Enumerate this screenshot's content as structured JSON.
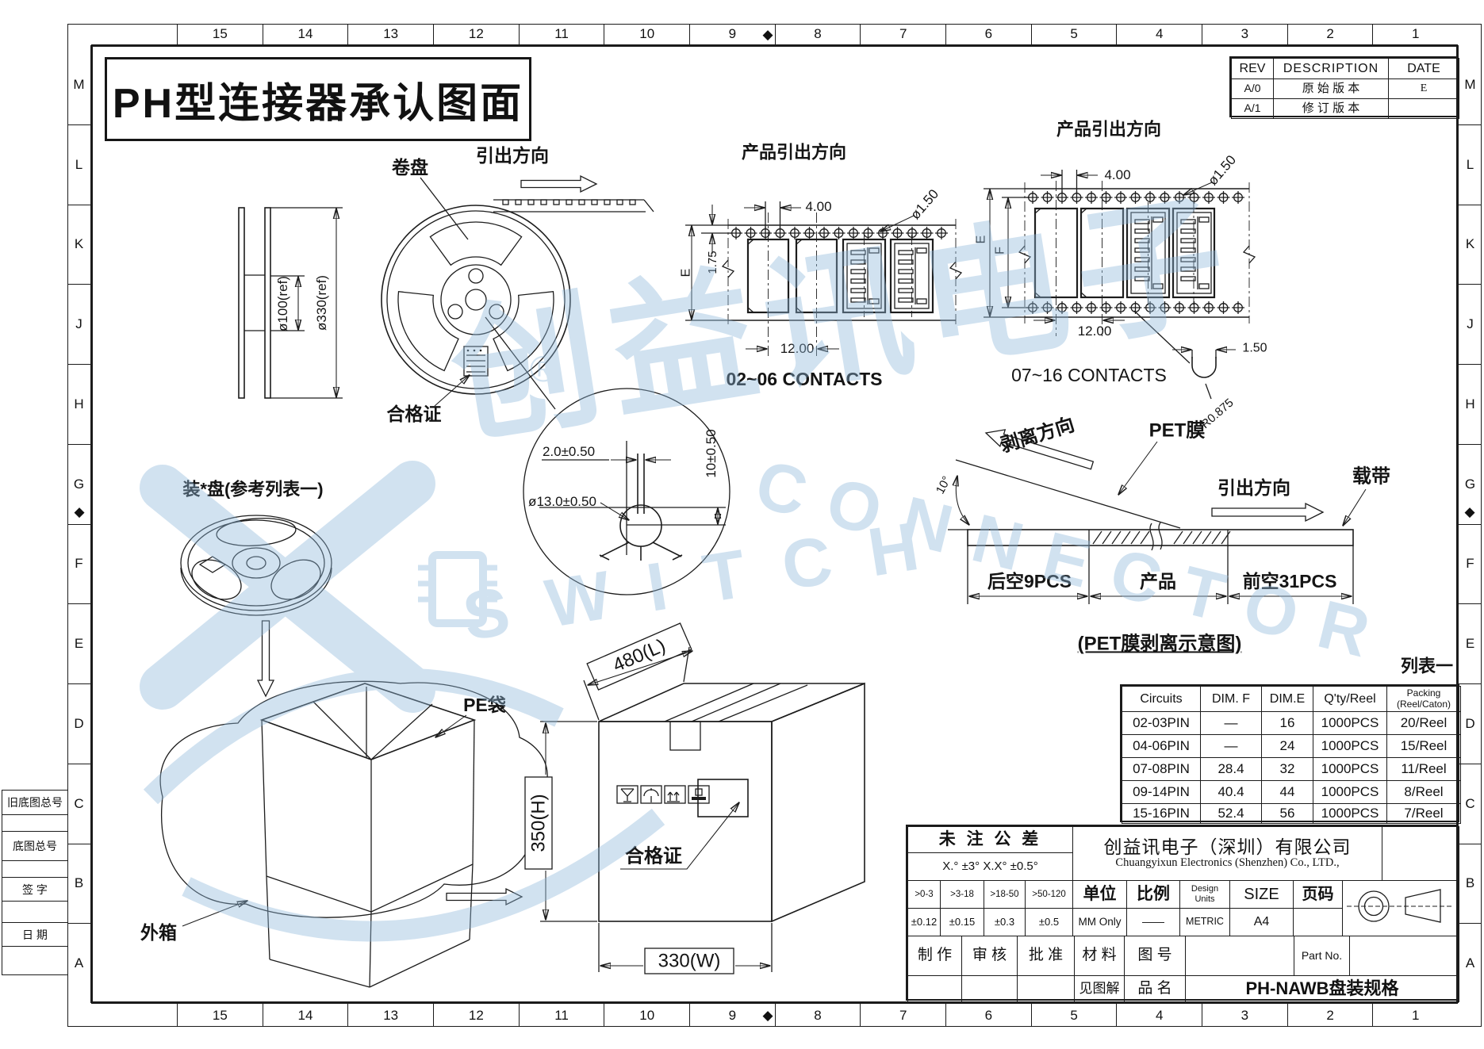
{
  "sheet": {
    "title": "PH型连接器承认图面",
    "zone_cols": [
      "15",
      "14",
      "13",
      "12",
      "11",
      "10",
      "9",
      "8",
      "7",
      "6",
      "5",
      "4",
      "3",
      "2",
      "1"
    ],
    "zone_rows": [
      "M",
      "L",
      "K",
      "J",
      "H",
      "G",
      "F",
      "E",
      "D",
      "C",
      "B",
      "A"
    ],
    "margin_boxes": [
      "旧底图总号",
      "底图总号",
      "签 字",
      "日 期"
    ],
    "diamond": "◆"
  },
  "rev": {
    "headers": [
      "REV",
      "DESCRIPTION",
      "DATE"
    ],
    "rows": [
      [
        "A/0",
        "原 始 版 本",
        "E"
      ],
      [
        "A/1",
        "修 订 版 本",
        ""
      ]
    ]
  },
  "reel": {
    "label": "卷盘",
    "direction": "引出方向",
    "cert": "合格证",
    "dim_inner": "ø100(ref)",
    "dim_outer": "ø330(ref)"
  },
  "detail": {
    "dim_gap": "2.0±0.50",
    "dim_height": "10±0.50",
    "dim_dia": "ø13.0±0.50"
  },
  "tape_a": {
    "direction": "产品引出方向",
    "pitch": "4.00",
    "hole": "ø1.50",
    "edge": "1.75",
    "dim_e": "E",
    "span": "12.00",
    "caption": "02~06 CONTACTS"
  },
  "tape_b": {
    "direction": "产品引出方向",
    "pitch": "4.00",
    "hole": "ø1.50",
    "dim_e": "E",
    "dim_f": "F",
    "span": "12.00",
    "caption": "07~16 CONTACTS",
    "tab": "1.50",
    "radius": "R0.875"
  },
  "pet": {
    "peel": "剥离方向",
    "film": "PET膜",
    "angle": "10°",
    "pull": "引出方向",
    "carrier": "载带",
    "rear": "后空9PCS",
    "product": "产品",
    "front": "前空31PCS",
    "caption": "(PET膜剥离示意图)"
  },
  "pack": {
    "tray": "装*盘(参考列表一)",
    "bag": "PE袋",
    "box": "外箱",
    "cert": "合格证",
    "dim_l": "480(L)",
    "dim_h": "350(H)",
    "dim_w": "330(W)"
  },
  "list": {
    "title": "列表一",
    "headers": [
      "Circuits",
      "DIM. F",
      "DIM.E",
      "Q'ty/Reel"
    ],
    "packing1": "Packing",
    "packing2": "(Reel/Caton)",
    "rows": [
      [
        "02-03PIN",
        "—",
        "16",
        "1000PCS",
        "20/Reel"
      ],
      [
        "04-06PIN",
        "—",
        "24",
        "1000PCS",
        "15/Reel"
      ],
      [
        "07-08PIN",
        "28.4",
        "32",
        "1000PCS",
        "11/Reel"
      ],
      [
        "09-14PIN",
        "40.4",
        "44",
        "1000PCS",
        "8/Reel"
      ],
      [
        "15-16PIN",
        "52.4",
        "56",
        "1000PCS",
        "7/Reel"
      ]
    ]
  },
  "tb": {
    "tol_title": "未 注 公 差",
    "tol_angles": "X.° ±3°   X.X° ±0.5°",
    "ranges": [
      ">0-3",
      ">3-18",
      ">18-50",
      ">50-120"
    ],
    "tols": [
      "±0.12",
      "±0.15",
      "±0.3",
      "±0.5"
    ],
    "company_cn": "创益讯电子（深圳）有限公司",
    "company_en": "Chuangyixun Electronics (Shenzhen) Co., LTD.,",
    "unit_l": "单位",
    "unit_v": "MM Only",
    "scale_l": "比例",
    "scale_v": "——",
    "du1": "Design",
    "du2": "Units",
    "du_v": "METRIC",
    "size_l": "SIZE",
    "size_v": "A4",
    "page_l": "页码",
    "make": "制 作",
    "check": "审 核",
    "approve": "批 准",
    "material_l": "材 料",
    "material_v": "见图解",
    "dwg_l": "图 号",
    "part_l": "Part No.",
    "name_l": "品 名",
    "name_v": "PH-NAWB盘装规格"
  },
  "wm": {
    "cn": "创益讯电子",
    "en1": "SWITCH",
    "en2": "CONNECTOR",
    "reg": "®",
    "color": "#8fb9dc"
  }
}
